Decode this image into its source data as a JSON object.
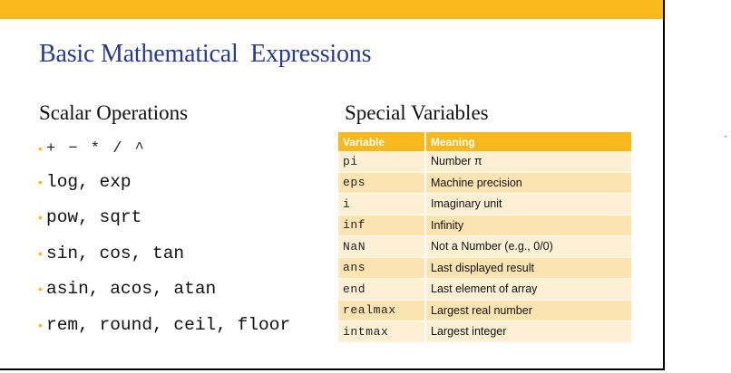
{
  "colors": {
    "accent": "#f9b81c",
    "title": "#2b3a8c",
    "row_light": "#fdf0d4",
    "row_dark": "#fbe4b2"
  },
  "slide": {
    "title": "Basic Mathematical  Expressions"
  },
  "scalar": {
    "heading": "Scalar Operations",
    "bullet_icon": "bullet-dot",
    "items": [
      "+ − * / ^",
      "log, exp",
      "pow, sqrt",
      "sin, cos, tan",
      "asin, acos, atan",
      "rem, round, ceil, floor"
    ]
  },
  "special": {
    "heading": "Special Variables",
    "columns": [
      "Variable",
      "Meaning"
    ],
    "rows": [
      {
        "variable": "pi",
        "meaning": "Number π"
      },
      {
        "variable": "eps",
        "meaning": "Machine precision"
      },
      {
        "variable": "i",
        "meaning": "Imaginary unit"
      },
      {
        "variable": "inf",
        "meaning": "Infinity"
      },
      {
        "variable": "NaN",
        "meaning": "Not a Number (e.g., 0/0)"
      },
      {
        "variable": "ans",
        "meaning": "Last displayed result"
      },
      {
        "variable": "end",
        "meaning": "Last element of array"
      },
      {
        "variable": "realmax",
        "meaning": "Largest real number"
      },
      {
        "variable": "intmax",
        "meaning": "Largest integer"
      }
    ]
  },
  "stray_mark": "·"
}
